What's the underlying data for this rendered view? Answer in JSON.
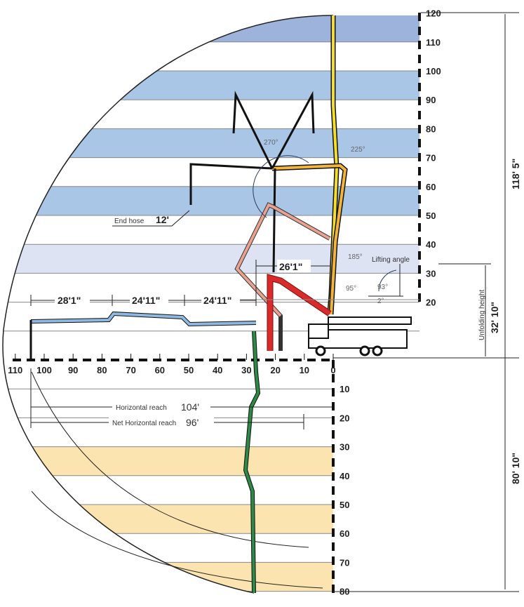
{
  "axes": {
    "horizontal_ticks": [
      110,
      100,
      90,
      80,
      70,
      60,
      50,
      40,
      30,
      20,
      10,
      0
    ],
    "vertical_up_ticks": [
      20,
      30,
      40,
      50,
      60,
      70,
      80,
      90,
      100,
      110,
      120
    ],
    "vertical_down_ticks": [
      10,
      20,
      30,
      40,
      50,
      60,
      70,
      80
    ]
  },
  "dimensions": {
    "total_height": "118' 5\"",
    "depth": "80' 10\"",
    "unfolding_height_label": "Unfolding height",
    "unfolding_height": "32' 10\"",
    "section_1": "28'1\"",
    "section_2": "24'11\"",
    "section_3": "24'11\"",
    "offset": "26'1\"",
    "end_hose_label": "End hose",
    "end_hose": "12'",
    "horizontal_reach_label": "Horizontal reach",
    "horizontal_reach": "104'",
    "net_horizontal_reach_label": "Net Horizontal reach",
    "net_horizontal_reach": "96'"
  },
  "angles": {
    "a270": "270°",
    "a225": "225°",
    "a185": "185°",
    "a95": "95°",
    "lifting_angle_label": "Lifting angle",
    "a93": "93°",
    "a2": "2°"
  },
  "colors": {
    "upper_band": "#a9c6e6",
    "upper_band_top": "#9eb3dc",
    "lower_band": "#fbe4b0",
    "boom_blue": "#8fb8e0",
    "boom_yellow": "#f3df2a",
    "boom_orange": "#f2b53a",
    "boom_pink": "#e9a28f",
    "boom_red": "#d92b2b",
    "boom_green": "#2e8a47"
  }
}
